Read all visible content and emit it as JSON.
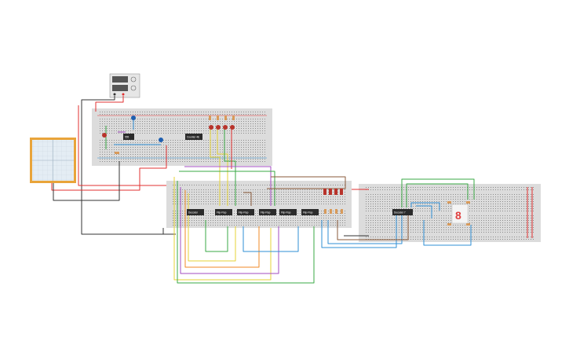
{
  "circuit": {
    "chips": [
      {
        "id": "timer",
        "label": "555"
      },
      {
        "id": "counter",
        "label": "Counter 4E"
      },
      {
        "id": "c1",
        "label": "Decoder"
      },
      {
        "id": "c2",
        "label": "Flip-Flop"
      },
      {
        "id": "c3",
        "label": "Flip-Flop"
      },
      {
        "id": "c4",
        "label": "Flip-Flop"
      },
      {
        "id": "c5",
        "label": "Flip-Flop"
      },
      {
        "id": "c6",
        "label": "Flip-Flop"
      },
      {
        "id": "decoder7seg",
        "label": "Decoder 7"
      }
    ],
    "display": {
      "digit": "8"
    },
    "colors": {
      "breadboard": "#dcdcdc",
      "chip": "#2b2b2b",
      "oscilloscope": "#e9a43a",
      "led": "#b8332b",
      "segment": "#e04040",
      "wire_red": "#e23030",
      "wire_green": "#3aa845",
      "wire_yellow": "#e6d334",
      "wire_blue": "#2f8fd6",
      "wire_purple": "#a24bc2",
      "wire_brown": "#8a5a3a",
      "wire_black": "#333333",
      "wire_orange": "#f08a24"
    },
    "icons": [
      "power-supply-icon",
      "oscilloscope-icon",
      "seven-segment-icon",
      "led-icon",
      "capacitor-icon",
      "resistor-icon"
    ]
  }
}
